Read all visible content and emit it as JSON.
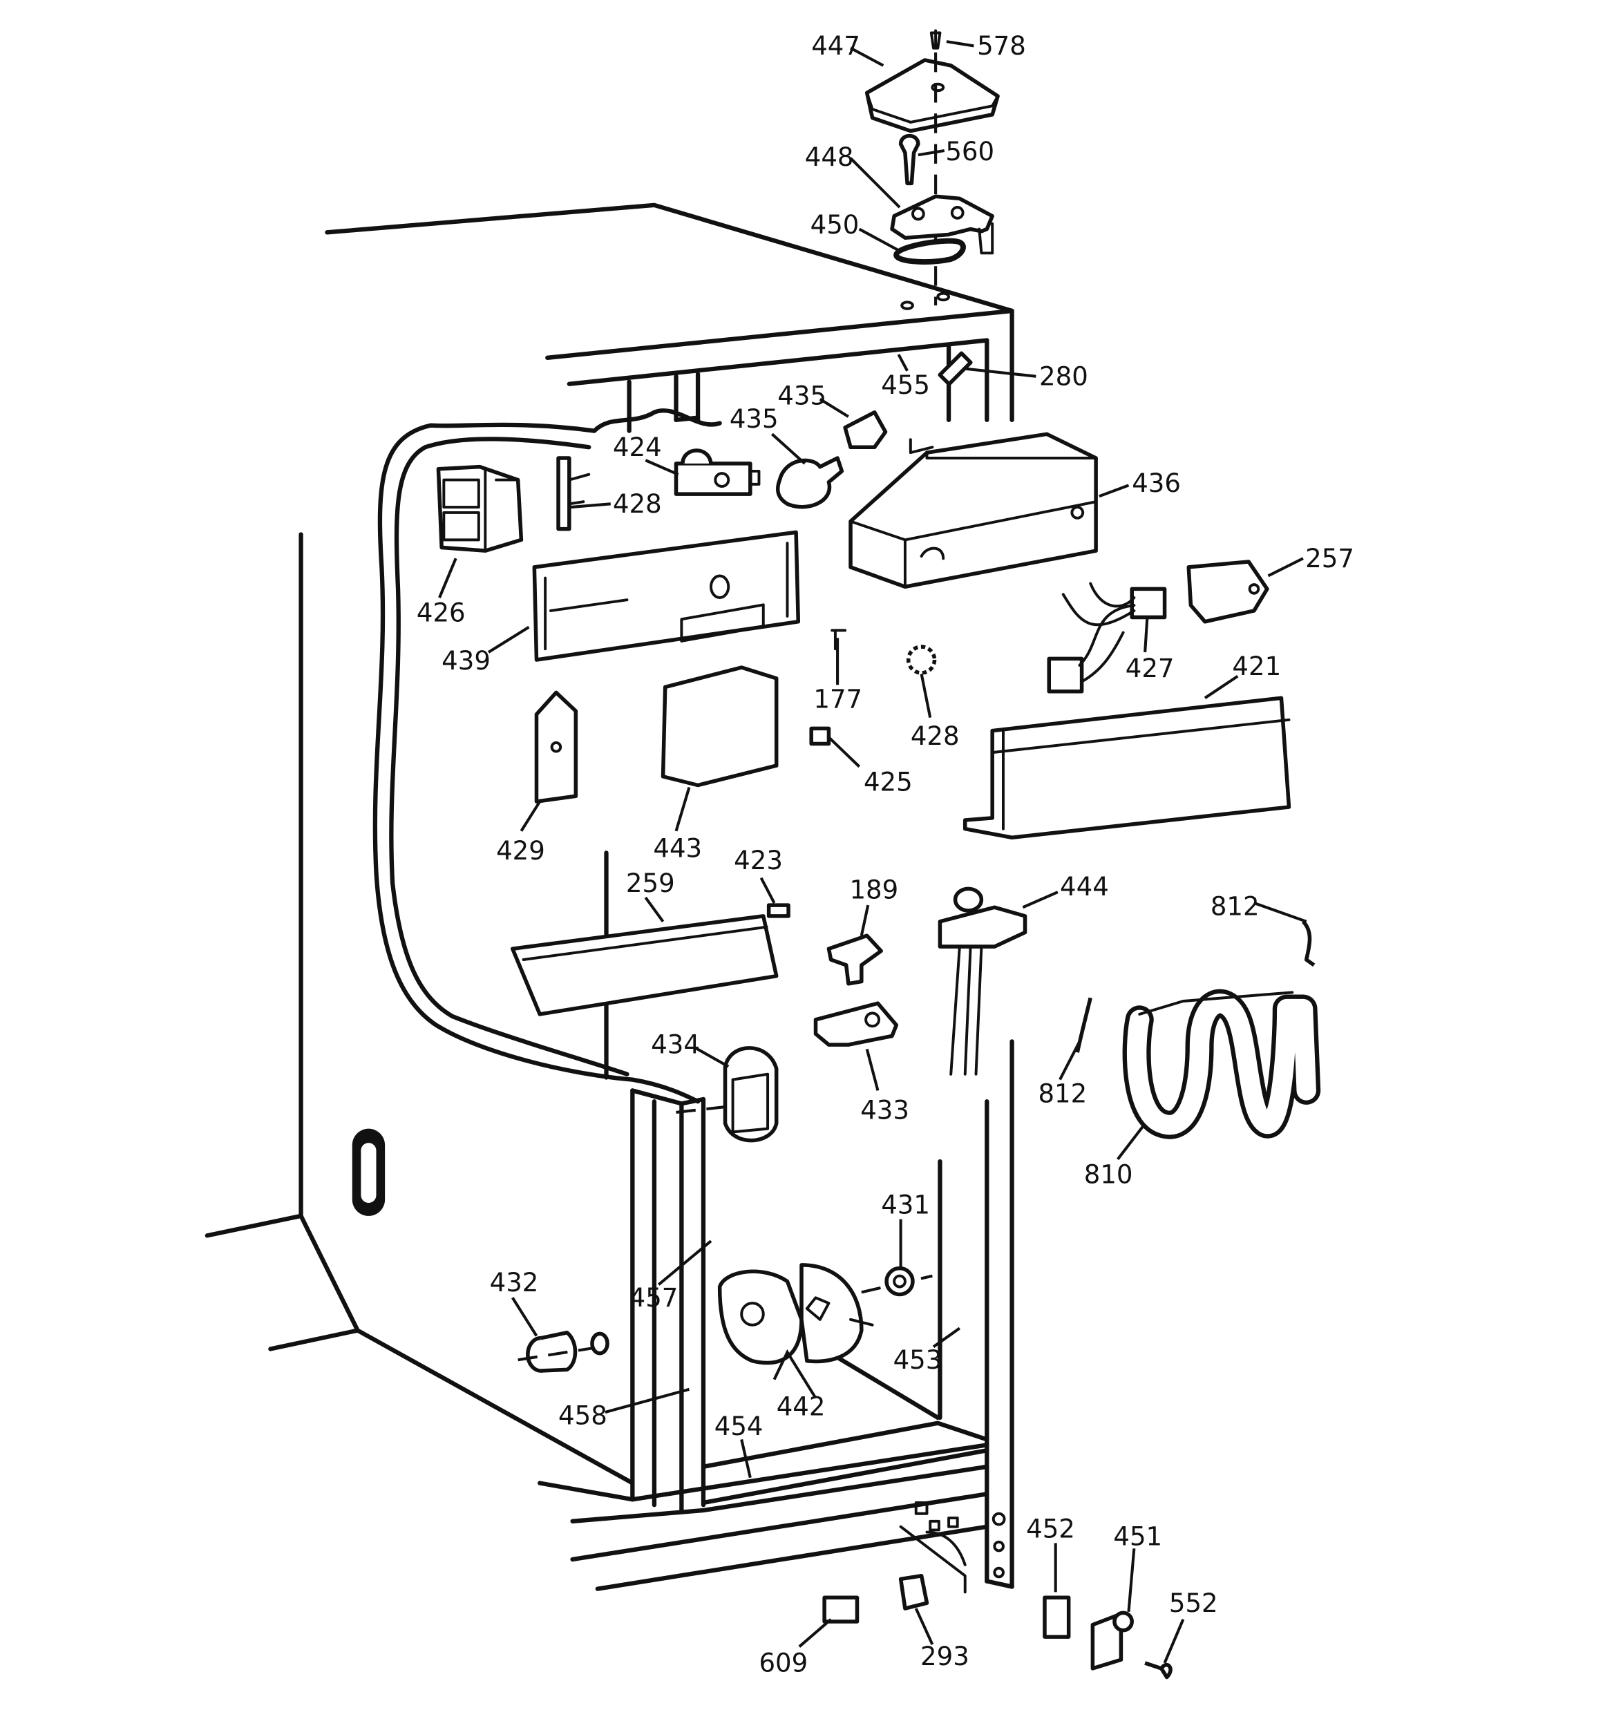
{
  "callouts": [
    {
      "id": "578",
      "text": "578"
    },
    {
      "id": "447",
      "text": "447"
    },
    {
      "id": "448",
      "text": "448"
    },
    {
      "id": "560",
      "text": "560"
    },
    {
      "id": "450",
      "text": "450"
    },
    {
      "id": "455",
      "text": "455"
    },
    {
      "id": "280",
      "text": "280"
    },
    {
      "id": "435a",
      "text": "435"
    },
    {
      "id": "435b",
      "text": "435"
    },
    {
      "id": "424",
      "text": "424"
    },
    {
      "id": "428a",
      "text": "428"
    },
    {
      "id": "436",
      "text": "436"
    },
    {
      "id": "257",
      "text": "257"
    },
    {
      "id": "426",
      "text": "426"
    },
    {
      "id": "439",
      "text": "439"
    },
    {
      "id": "177",
      "text": "177"
    },
    {
      "id": "427",
      "text": "427"
    },
    {
      "id": "421",
      "text": "421"
    },
    {
      "id": "428b",
      "text": "428"
    },
    {
      "id": "425",
      "text": "425"
    },
    {
      "id": "429",
      "text": "429"
    },
    {
      "id": "443",
      "text": "443"
    },
    {
      "id": "423",
      "text": "423"
    },
    {
      "id": "189",
      "text": "189"
    },
    {
      "id": "444",
      "text": "444"
    },
    {
      "id": "812a",
      "text": "812"
    },
    {
      "id": "259",
      "text": "259"
    },
    {
      "id": "434",
      "text": "434"
    },
    {
      "id": "433",
      "text": "433"
    },
    {
      "id": "812b",
      "text": "812"
    },
    {
      "id": "810",
      "text": "810"
    },
    {
      "id": "431",
      "text": "431"
    },
    {
      "id": "432",
      "text": "432"
    },
    {
      "id": "457",
      "text": "457"
    },
    {
      "id": "453",
      "text": "453"
    },
    {
      "id": "442",
      "text": "442"
    },
    {
      "id": "458",
      "text": "458"
    },
    {
      "id": "454",
      "text": "454"
    },
    {
      "id": "452",
      "text": "452"
    },
    {
      "id": "451",
      "text": "451"
    },
    {
      "id": "552",
      "text": "552"
    },
    {
      "id": "609",
      "text": "609"
    },
    {
      "id": "293",
      "text": "293"
    }
  ]
}
